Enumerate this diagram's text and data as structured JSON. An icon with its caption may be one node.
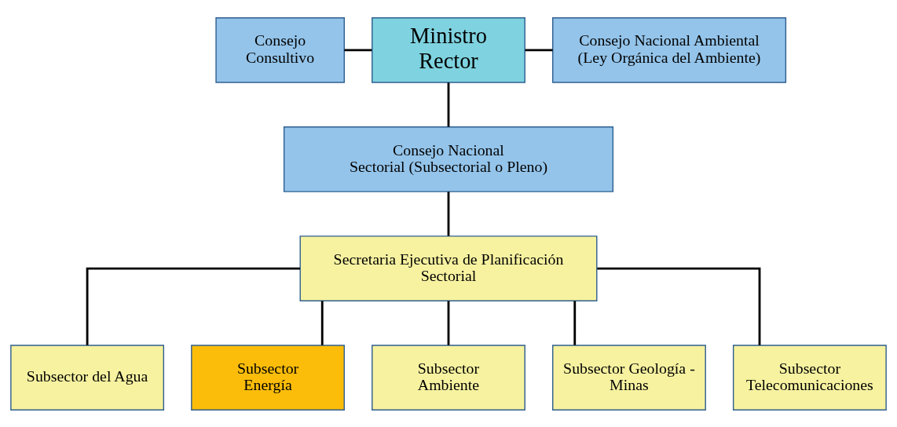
{
  "diagram": {
    "nodes": [
      {
        "text": [
          "Consejo Consultivo"
        ]
      },
      {
        "text": [
          "Ministro Rector"
        ]
      },
      {
        "text": [
          "Consejo Nacional Ambiental (Ley Orgánica del Ambiente)"
        ]
      },
      {
        "text": [
          "Consejo Nacional Sectorial (Subsectorial o Pleno)"
        ]
      },
      {
        "text": [
          "Secretaria Ejecutiva de Planificación Sectorial"
        ]
      },
      {
        "text": [
          "Subsector del Agua"
        ]
      },
      {
        "text": [
          "Subsector Energía"
        ]
      },
      {
        "text": [
          "Subsector Ambiente"
        ]
      },
      {
        "text": [
          "Subsector Geología - Minas"
        ]
      },
      {
        "text": [
          "Subsector Telecomunicaciones"
        ]
      }
    ],
    "edges": [
      {
        "from": 0,
        "to": 1,
        "arrow": "none"
      },
      {
        "from": 1,
        "to": 2,
        "arrow": "none"
      },
      {
        "from": 1,
        "to": 3,
        "arrow": "none"
      },
      {
        "from": 3,
        "to": 4,
        "arrow": "none"
      },
      {
        "from": 4,
        "to": 5,
        "arrow": "none"
      },
      {
        "from": 4,
        "to": 6,
        "arrow": "none"
      },
      {
        "from": 4,
        "to": 7,
        "arrow": "none"
      },
      {
        "from": 4,
        "to": 8,
        "arrow": "none"
      },
      {
        "from": 4,
        "to": 9,
        "arrow": "none"
      }
    ]
  }
}
